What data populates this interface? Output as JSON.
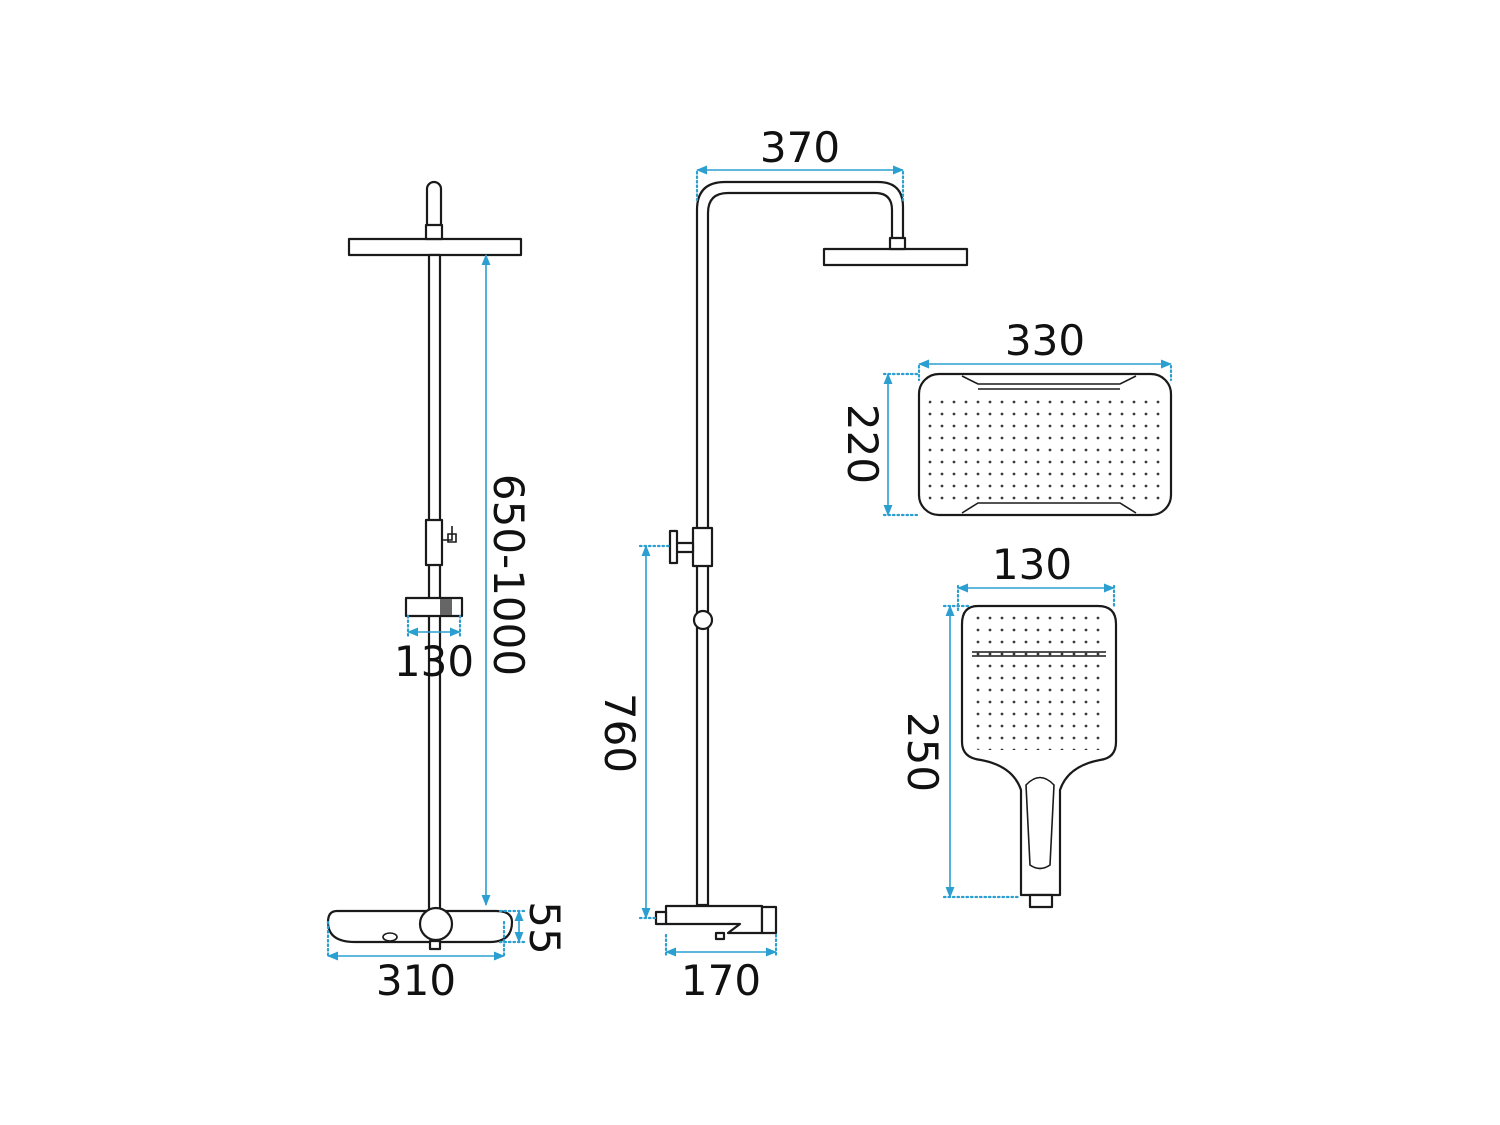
{
  "colors": {
    "dimension_line": "#2a9fd0",
    "outline": "#1a1a1a",
    "background": "#ffffff"
  },
  "front_view": {
    "height_range": "650-1000",
    "holder_width": "130",
    "tray_width": "310",
    "tray_height": "55"
  },
  "side_view": {
    "arm_reach": "370",
    "valve_height": "760",
    "mixer_width": "170"
  },
  "rain_shower_head": {
    "width": "330",
    "depth": "220"
  },
  "hand_shower": {
    "width": "130",
    "length": "250"
  }
}
